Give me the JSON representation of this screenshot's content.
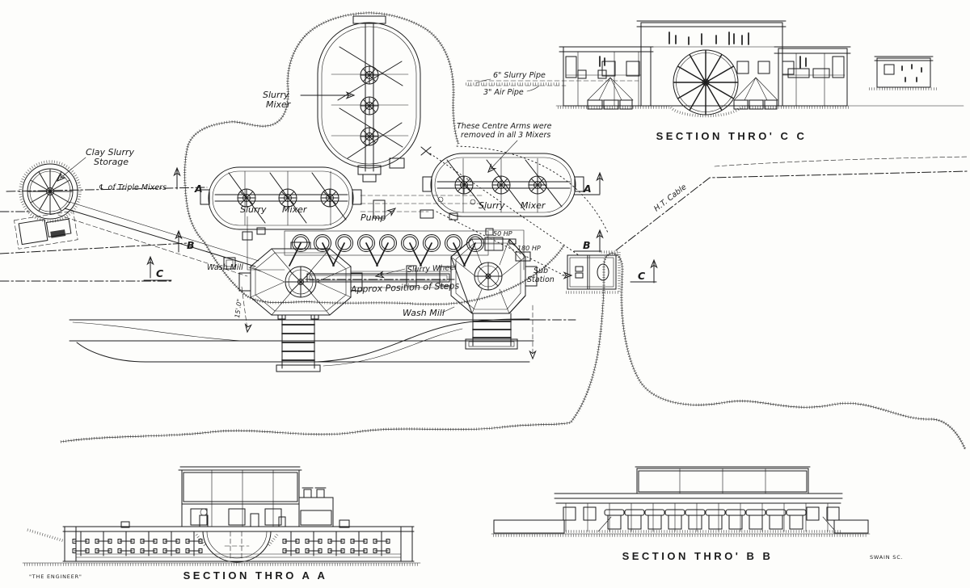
{
  "page": {
    "background": "#fdfdfb",
    "ink": "#1c1c1c"
  },
  "plan": {
    "labels": {
      "slurry_mixer_top": [
        "Slurry",
        "Mixer"
      ],
      "clay_slurry_storage": [
        "Clay Slurry",
        "Storage"
      ],
      "triple_mixers_centerline": "℄ of Triple Mixers",
      "mixer_left": "Slurry Mixer",
      "mixer_right": "Slurry Mixer",
      "centre_arms_note": [
        "These Centre Arms were",
        "removed in all 3 Mixers"
      ],
      "pump": "Pump",
      "wash_mill_left": "Wash Mill",
      "wash_mill_lower": "Wash Mill",
      "slurry_wheel": "Slurry Wheel",
      "steps_note": "Approx Position of Steps",
      "hp_50": "50 HP",
      "hp_180": "180 HP",
      "sub_station": [
        "Sub",
        "Station"
      ],
      "ht_cable": "H.T. Cable",
      "dim_15ft": "15'.0\"",
      "marker_a": "A",
      "marker_b": "B",
      "marker_c": "C"
    }
  },
  "section_cc": {
    "title": "SECTION THRO' C C",
    "pipes": {
      "slurry": "6\" Slurry Pipe",
      "air": "3\" Air Pipe"
    }
  },
  "section_aa": {
    "title": "SECTION THRO A A",
    "credit": "\"THE ENGINEER\""
  },
  "section_bb": {
    "title": "SECTION THRO' B B",
    "engraver": "SWAIN SC."
  }
}
